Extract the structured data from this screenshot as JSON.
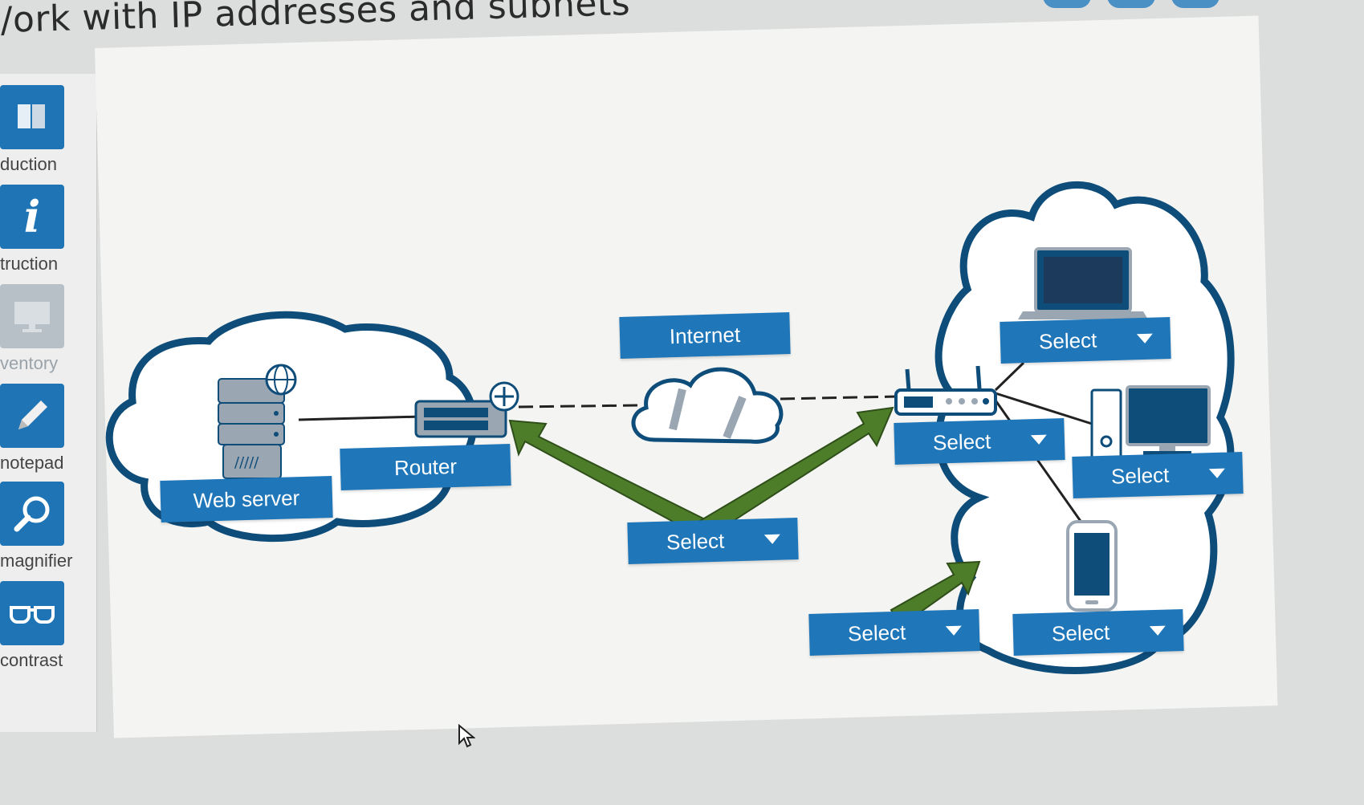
{
  "header": {
    "title": "/ork with IP addresses and subnets"
  },
  "sidebar": {
    "items": [
      {
        "label": "duction",
        "icon": "book-icon"
      },
      {
        "label": "truction",
        "icon": "info-icon"
      },
      {
        "label": "ventory",
        "icon": "monitor-icon"
      },
      {
        "label": "notepad",
        "icon": "pencil-icon"
      },
      {
        "label": "magnifier",
        "icon": "magnifier-icon"
      },
      {
        "label": "contrast",
        "icon": "glasses-icon"
      }
    ]
  },
  "diagram": {
    "web_server_label": "Web server",
    "router_label": "Router",
    "internet_label": "Internet",
    "selects": {
      "internet_link": "Select",
      "home_router": "Select",
      "laptop": "Select",
      "desktop": "Select",
      "phone": "Select",
      "home_network": "Select"
    }
  },
  "colors": {
    "accent": "#1f76b8",
    "cloud_outline": "#0e4c7a",
    "arrow": "#4e7d2a"
  }
}
